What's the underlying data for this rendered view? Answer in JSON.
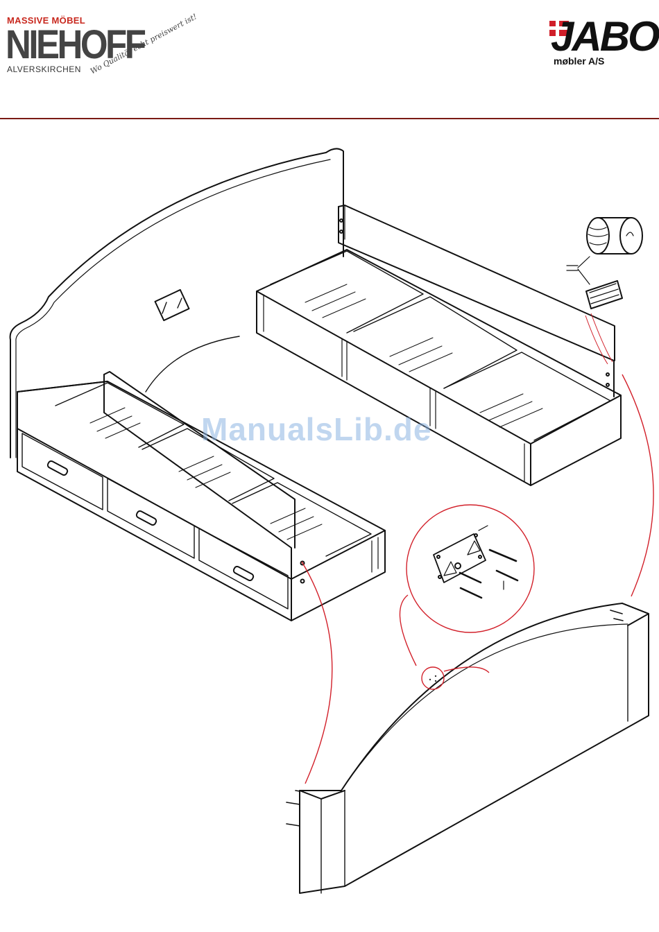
{
  "header": {
    "left_logo": {
      "tagline": "MASSIVE MÖBEL",
      "name": "NIEHOFF",
      "city": "ALVERSKIRCHEN",
      "slogan": "Wo Qualität echt preiswert ist!"
    },
    "right_logo": {
      "name": "JABO",
      "subtitle": "møbler A/S"
    },
    "colors": {
      "rule": "#7a1a14",
      "brand_red": "#c8281e",
      "detail_red": "#d2202a"
    }
  },
  "watermark": {
    "text": "ManualsLib.de"
  }
}
